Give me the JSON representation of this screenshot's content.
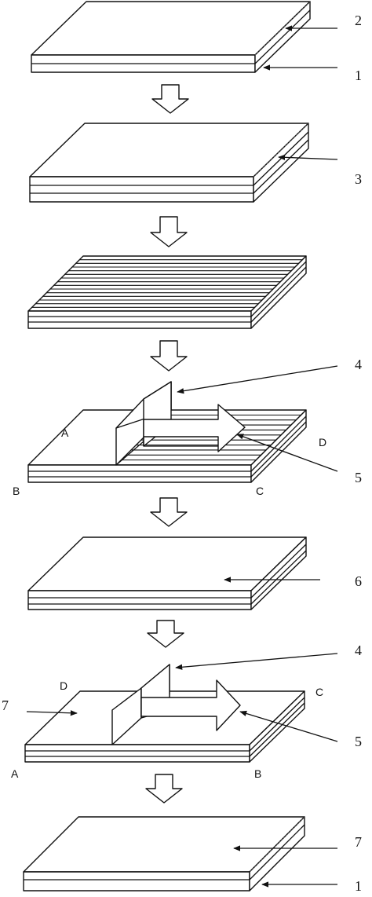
{
  "labels": {
    "s1_top": "2",
    "s1_bottom": "1",
    "s2": "3",
    "s4_tool": "4",
    "s4_arrow": "5",
    "s5": "6",
    "s6_tool": "4",
    "s6_arrow": "5",
    "s6_left": "7",
    "s7_top": "7",
    "s7_bottom": "1"
  },
  "corners_step4": {
    "a": "A",
    "b": "B",
    "c": "C",
    "d": "D"
  },
  "corners_step6": {
    "a": "A",
    "b": "B",
    "c": "C",
    "d": "D"
  }
}
